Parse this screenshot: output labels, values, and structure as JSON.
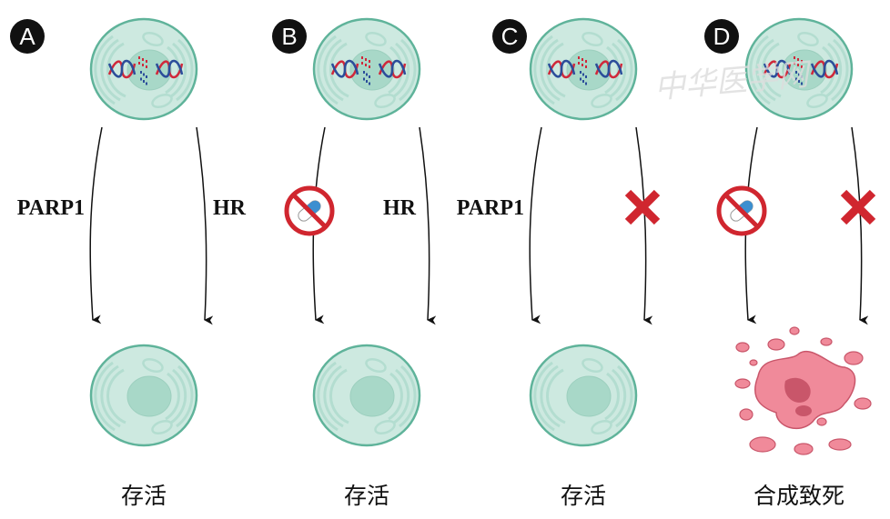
{
  "panels": [
    {
      "letter": "A",
      "left_label": "PARP1",
      "right_label": "HR",
      "left_icon": "",
      "right_icon": "",
      "outcome": "存活",
      "outcome_type": "survive"
    },
    {
      "letter": "B",
      "left_label": "",
      "right_label": "HR",
      "left_icon": "inhibitor-pill-icon",
      "right_icon": "",
      "outcome": "存活",
      "outcome_type": "survive"
    },
    {
      "letter": "C",
      "left_label": "PARP1",
      "right_label": "",
      "left_icon": "",
      "right_icon": "red-x-icon",
      "outcome": "存活",
      "outcome_type": "survive"
    },
    {
      "letter": "D",
      "left_label": "",
      "right_label": "",
      "left_icon": "inhibitor-pill-icon",
      "right_icon": "red-x-icon",
      "outcome": "合成致死",
      "outcome_type": "death"
    }
  ],
  "watermark": "中华医学网",
  "colors": {
    "cell_fill": "#cde9e0",
    "cell_border": "#5fb39a",
    "nucleus": "#a8d8c8",
    "dna_red": "#d0283a",
    "dna_blue": "#2b4d9a",
    "dead_cell": "#f08a9a",
    "inhibitor_red": "#d0262f",
    "pill_blue": "#3c8fd0"
  }
}
